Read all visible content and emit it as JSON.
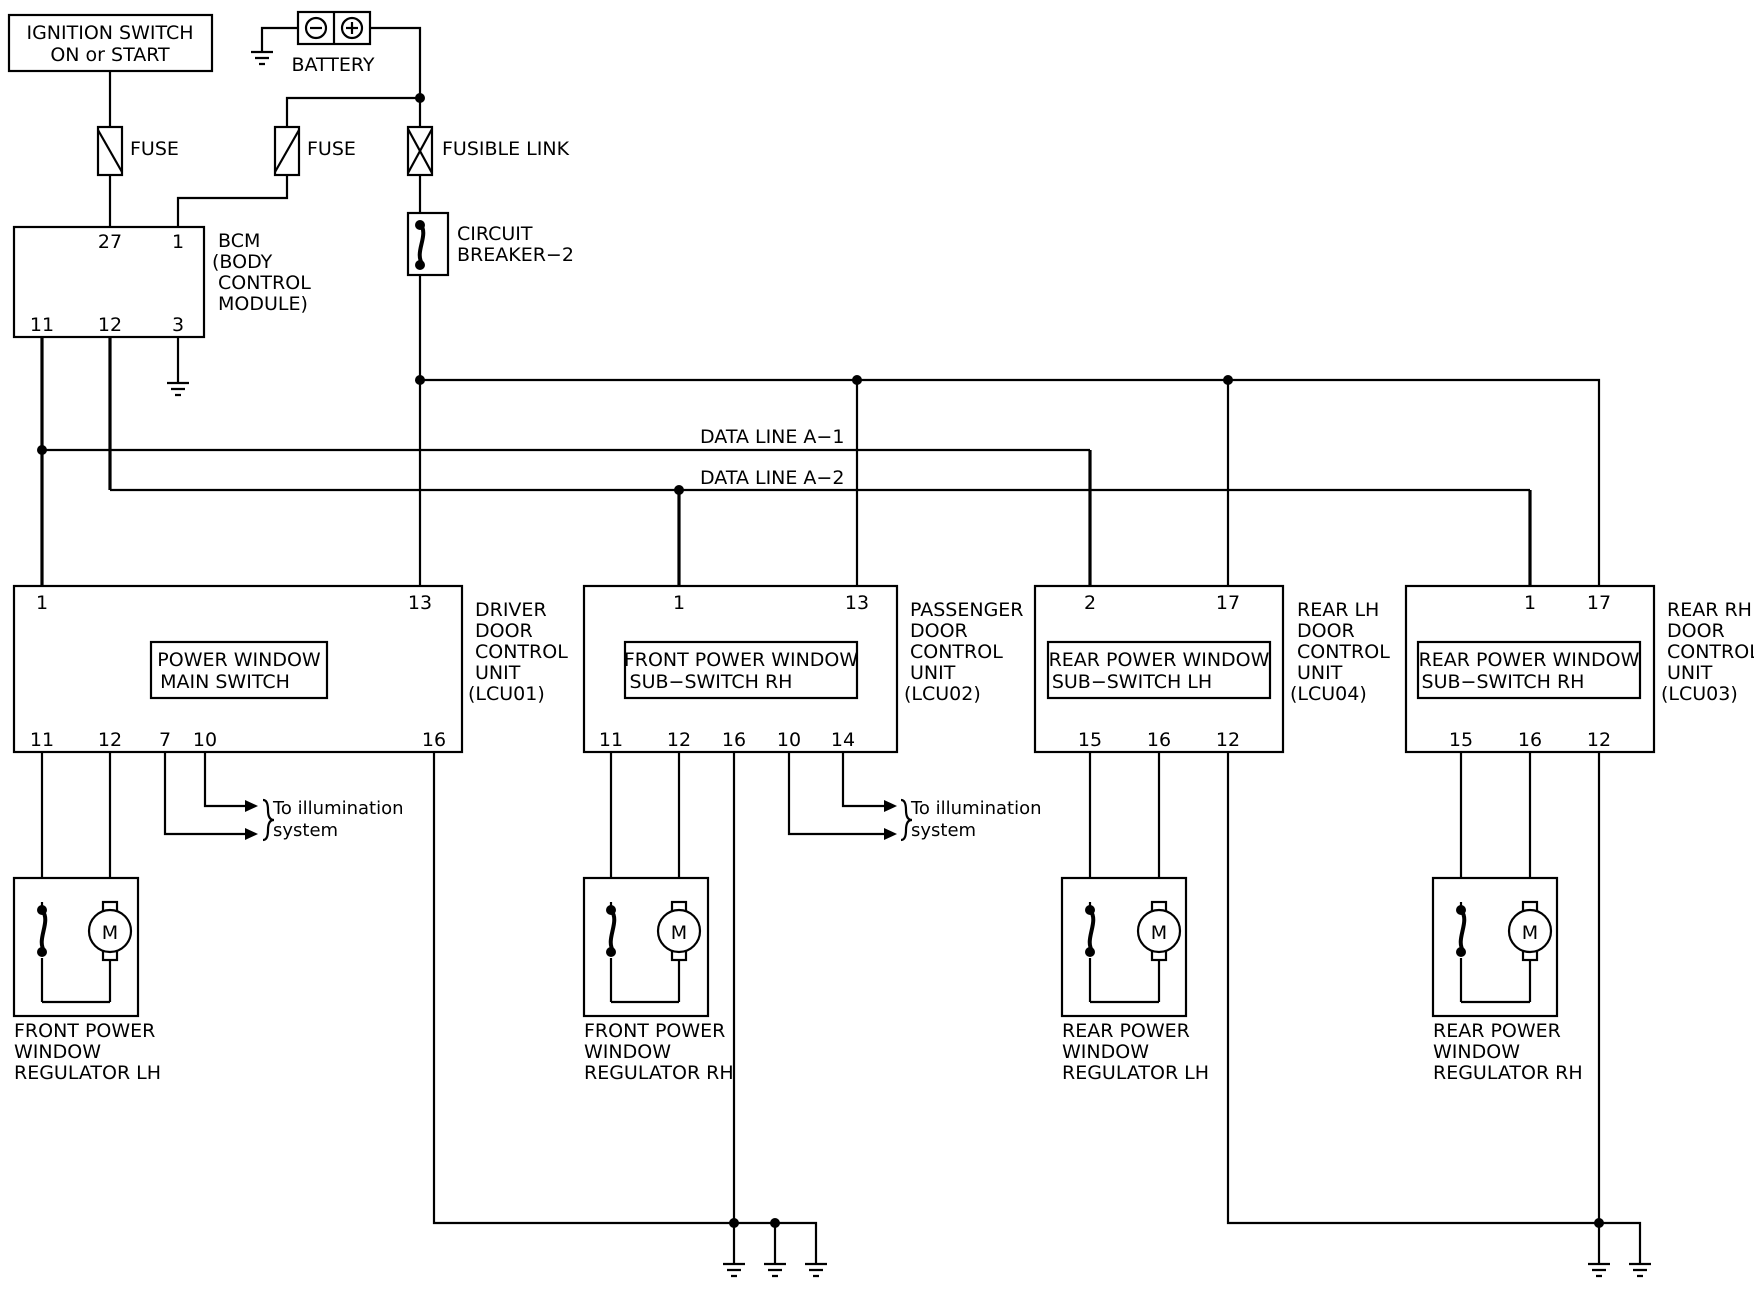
{
  "ignition": {
    "line1": "IGNITION SWITCH",
    "line2": "ON or START"
  },
  "battery": {
    "label": "BATTERY"
  },
  "fuse1": {
    "label": "FUSE"
  },
  "fuse2": {
    "label": "FUSE"
  },
  "fusible_link": {
    "label": "FUSIBLE LINK"
  },
  "circuit_breaker": {
    "line1": "CIRCUIT",
    "line2": "BREAKER−2"
  },
  "bcm": {
    "lines": [
      "BCM",
      "(BODY",
      "CONTROL",
      "MODULE)"
    ],
    "pins": {
      "p27": "27",
      "p1": "1",
      "p11": "11",
      "p12": "12",
      "p3": "3"
    }
  },
  "data_lines": {
    "a1": "DATA LINE A−1",
    "a2": "DATA LINE A−2"
  },
  "units": [
    {
      "id": "lcu01",
      "lines": [
        "DRIVER",
        "DOOR",
        "CONTROL",
        "UNIT",
        "(LCU01)"
      ],
      "switch": [
        "POWER WINDOW",
        "MAIN SWITCH"
      ],
      "top_pins": [
        "1",
        "13"
      ],
      "bottom_pins": [
        "11",
        "12",
        "7",
        "10",
        "16"
      ],
      "illumination": [
        "To illumination",
        "system"
      ],
      "regulator": [
        "FRONT POWER",
        "WINDOW",
        "REGULATOR LH"
      ]
    },
    {
      "id": "lcu02",
      "lines": [
        "PASSENGER",
        "DOOR",
        "CONTROL",
        "UNIT",
        "(LCU02)"
      ],
      "switch": [
        "FRONT POWER WINDOW",
        "SUB−SWITCH RH"
      ],
      "top_pins": [
        "1",
        "13"
      ],
      "bottom_pins": [
        "11",
        "12",
        "16",
        "10",
        "14"
      ],
      "illumination": [
        "To illumination",
        "system"
      ],
      "regulator": [
        "FRONT POWER",
        "WINDOW",
        "REGULATOR RH"
      ]
    },
    {
      "id": "lcu04",
      "lines": [
        "REAR LH",
        "DOOR",
        "CONTROL",
        "UNIT",
        "(LCU04)"
      ],
      "switch": [
        "REAR POWER WINDOW",
        "SUB−SWITCH LH"
      ],
      "top_pins": [
        "2",
        "17"
      ],
      "bottom_pins": [
        "15",
        "16",
        "12"
      ],
      "regulator": [
        "REAR POWER",
        "WINDOW",
        "REGULATOR LH"
      ]
    },
    {
      "id": "lcu03",
      "lines": [
        "REAR RH",
        "DOOR",
        "CONTROL",
        "UNIT",
        "(LCU03)"
      ],
      "switch": [
        "REAR POWER WINDOW",
        "SUB−SWITCH RH"
      ],
      "top_pins": [
        "1",
        "17"
      ],
      "bottom_pins": [
        "15",
        "16",
        "12"
      ],
      "regulator": [
        "REAR POWER",
        "WINDOW",
        "REGULATOR RH"
      ]
    }
  ],
  "motor_symbol": "M"
}
